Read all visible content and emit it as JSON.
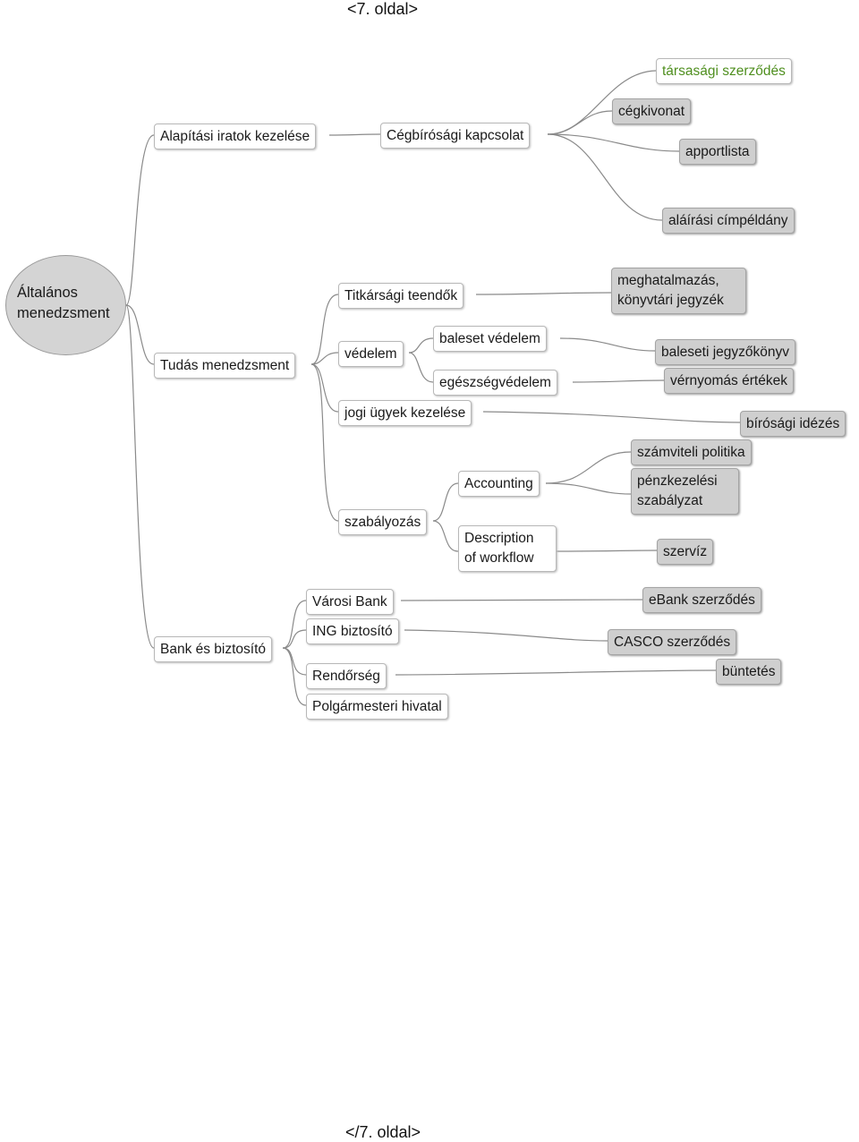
{
  "page": {
    "header": "<7. oldal>",
    "footer": "</7. oldal>"
  },
  "root": {
    "line1": "Általános",
    "line2": "menedzsment"
  },
  "branches": {
    "alapitasi": {
      "label": "Alapítási iratok kezelése",
      "cegbirosagi": {
        "label": "Cégbírósági kapcsolat",
        "children": [
          "társasági szerződés",
          "cégkivonat",
          "apportlista",
          "aláírási címpéldány"
        ]
      }
    },
    "tudas": {
      "label": "Tudás menedzsment",
      "titkarsagi": {
        "label": "Titkársági teendők",
        "leaf_line1": "meghatalmazás,",
        "leaf_line2": "könyvtári jegyzék"
      },
      "vedelem": {
        "label": "védelem",
        "baleset": {
          "label": "baleset védelem",
          "leaf": "baleseti jegyzőkönyv"
        },
        "egeszseg": {
          "label": "egészségvédelem",
          "leaf": "vérnyomás értékek"
        }
      },
      "jogi": {
        "label": "jogi ügyek kezelése",
        "leaf": "bírósági idézés"
      },
      "szabalyozas": {
        "label": "szabályozás",
        "accounting": {
          "label": "Accounting",
          "leaf1": "számviteli politika",
          "leaf2_line1": "pénzkezelési",
          "leaf2_line2": "szabályzat"
        },
        "workflow": {
          "line1": "Description",
          "line2": "of workflow",
          "leaf": "szervíz"
        }
      }
    },
    "bank": {
      "label": "Bank és biztosító",
      "varosi": {
        "label": "Városi Bank",
        "leaf": "eBank szerződés"
      },
      "ing": {
        "label": "ING biztosító",
        "leaf": "CASCO szerződés"
      },
      "rendorseg": {
        "label": "Rendőrség",
        "leaf": "büntetés"
      },
      "polgarmesteri": {
        "label": "Polgármesteri hivatal"
      }
    }
  },
  "colors": {
    "node_border": "#b8b8b8",
    "leaf_fill": "#cfcfcf",
    "root_fill": "#d4d4d4",
    "edge": "#8a8a8a",
    "green_text": "#4f8f1f"
  }
}
